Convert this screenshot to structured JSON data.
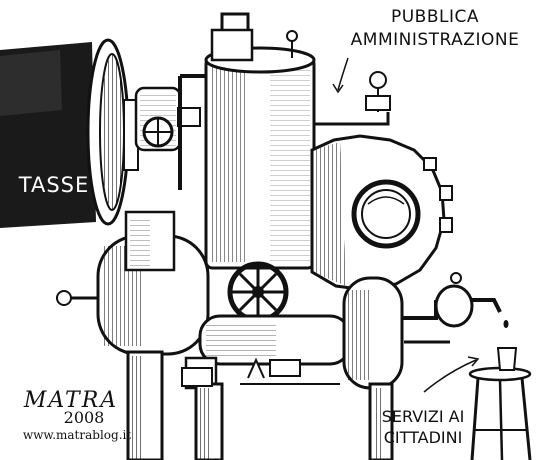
{
  "labels": {
    "public_administration": "PUBBLICA\nAMMINISTRAZIONE",
    "taxes": "TASSE",
    "citizen_services": "SERVIZI AI\nCITTADINI"
  },
  "signature": {
    "artist": "MATRA",
    "year": "2008",
    "website": "www.matrablog.it"
  },
  "colors": {
    "ink": "#111111",
    "paper": "#ffffff",
    "shade": "#2a2a2a"
  }
}
